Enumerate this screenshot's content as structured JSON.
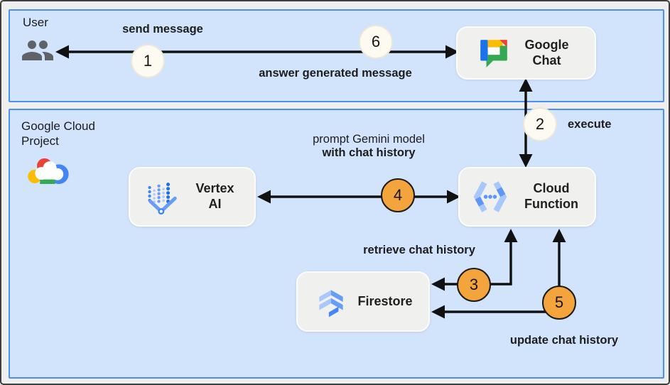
{
  "zones": {
    "user": {
      "label": "User"
    },
    "gcp": {
      "label": "Google Cloud Project"
    }
  },
  "nodes": {
    "google_chat": {
      "label": "Google Chat"
    },
    "vertex_ai": {
      "label": "Vertex AI"
    },
    "cloud_function": {
      "label": "Cloud Function"
    },
    "firestore": {
      "label": "Firestore"
    }
  },
  "edges": {
    "send_message": {
      "step": "1",
      "label": "send message"
    },
    "answer": {
      "step": "6",
      "label": "answer generated message"
    },
    "execute": {
      "step": "2",
      "label": "execute"
    },
    "prompt_gemini": {
      "step": "4",
      "label_line1": "prompt Gemini model",
      "label_line2": "with chat history"
    },
    "retrieve_history": {
      "step": "3",
      "label": "retrieve chat history"
    },
    "update_history": {
      "step": "5",
      "label": "update chat history"
    }
  },
  "icons": {
    "user": "group-people-icon",
    "gcp": "google-cloud-logo-icon",
    "google_chat": "google-chat-logo-icon",
    "vertex_ai": "vertex-ai-logo-icon",
    "cloud_function": "cloud-functions-logo-icon",
    "firestore": "firestore-logo-icon"
  },
  "colors": {
    "zone_fill": "#d2e3fc",
    "zone_border": "#4d8ef7",
    "node_fill": "#f0f0ee",
    "step_cream": "#fdfaf2",
    "step_orange": "#f4a43d",
    "arrow": "#111111",
    "google_blue": "#4285f4",
    "google_red": "#ea4335",
    "google_yellow": "#fbbc04",
    "google_green": "#34a853"
  }
}
